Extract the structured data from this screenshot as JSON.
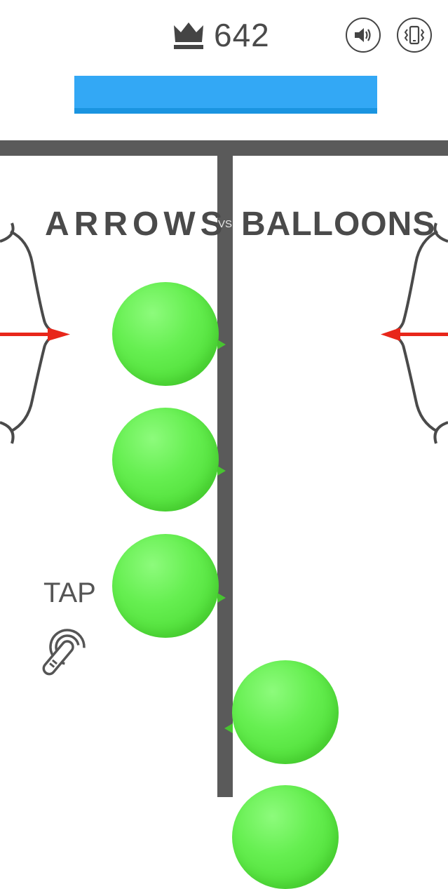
{
  "header": {
    "best_score": "642",
    "progress": 1.0
  },
  "title": {
    "left_word": "ARROWS",
    "vs": "VS",
    "right_word": "BALLOONS"
  },
  "hint": {
    "tap_label": "TAP"
  },
  "colors": {
    "rail": "#5a5a5a",
    "progress": "#33a8f5",
    "balloon": "#5ee84a",
    "arrow": "#e8261a",
    "text": "#4a4a4a"
  },
  "icons": {
    "crown": "crown-icon",
    "sound": "speaker-icon",
    "vibrate": "vibrate-icon",
    "tap": "finger-tap-icon"
  }
}
